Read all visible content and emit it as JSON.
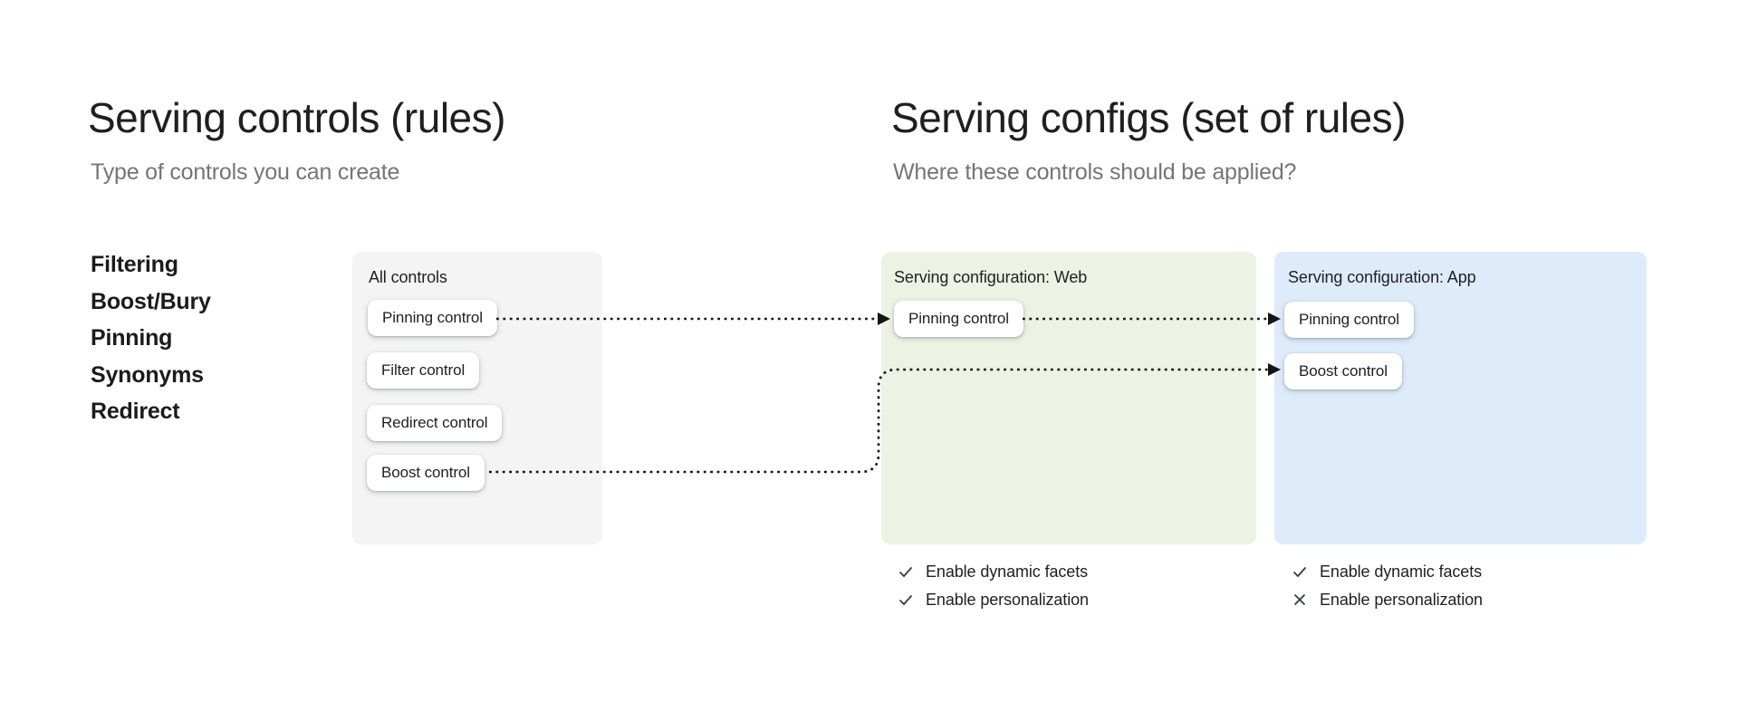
{
  "left": {
    "title": "Serving controls (rules)",
    "subtitle": "Type of controls you can create",
    "control_types": [
      "Filtering",
      "Boost/Bury",
      "Pinning",
      "Synonyms",
      "Redirect"
    ],
    "all_controls": {
      "label": "All controls",
      "buttons": [
        "Pinning control",
        "Filter control",
        "Redirect control",
        "Boost control"
      ]
    }
  },
  "right": {
    "title": "Serving configs (set of rules)",
    "subtitle": "Where these controls should be applied?",
    "web": {
      "label": "Serving configuration: Web",
      "buttons": [
        "Pinning control"
      ],
      "settings": [
        {
          "label": "Enable dynamic facets",
          "state": "enabled",
          "icon": "check-icon"
        },
        {
          "label": "Enable personalization",
          "state": "enabled",
          "icon": "check-icon"
        }
      ]
    },
    "app": {
      "label": "Serving configuration: App",
      "buttons": [
        "Pinning control",
        "Boost control"
      ],
      "settings": [
        {
          "label": "Enable dynamic facets",
          "state": "enabled",
          "icon": "check-icon"
        },
        {
          "label": "Enable personalization",
          "state": "disabled",
          "icon": "x-icon"
        }
      ]
    }
  },
  "colors": {
    "all_controls_card_bg": "#F4F4F4",
    "web_card_bg": "#EDF2E4",
    "app_card_bg": "#DEEBFA",
    "heading_text": "#1F1F1F",
    "subtitle_text": "#757575",
    "arrow": "#141414",
    "icon": "#3C4043"
  }
}
